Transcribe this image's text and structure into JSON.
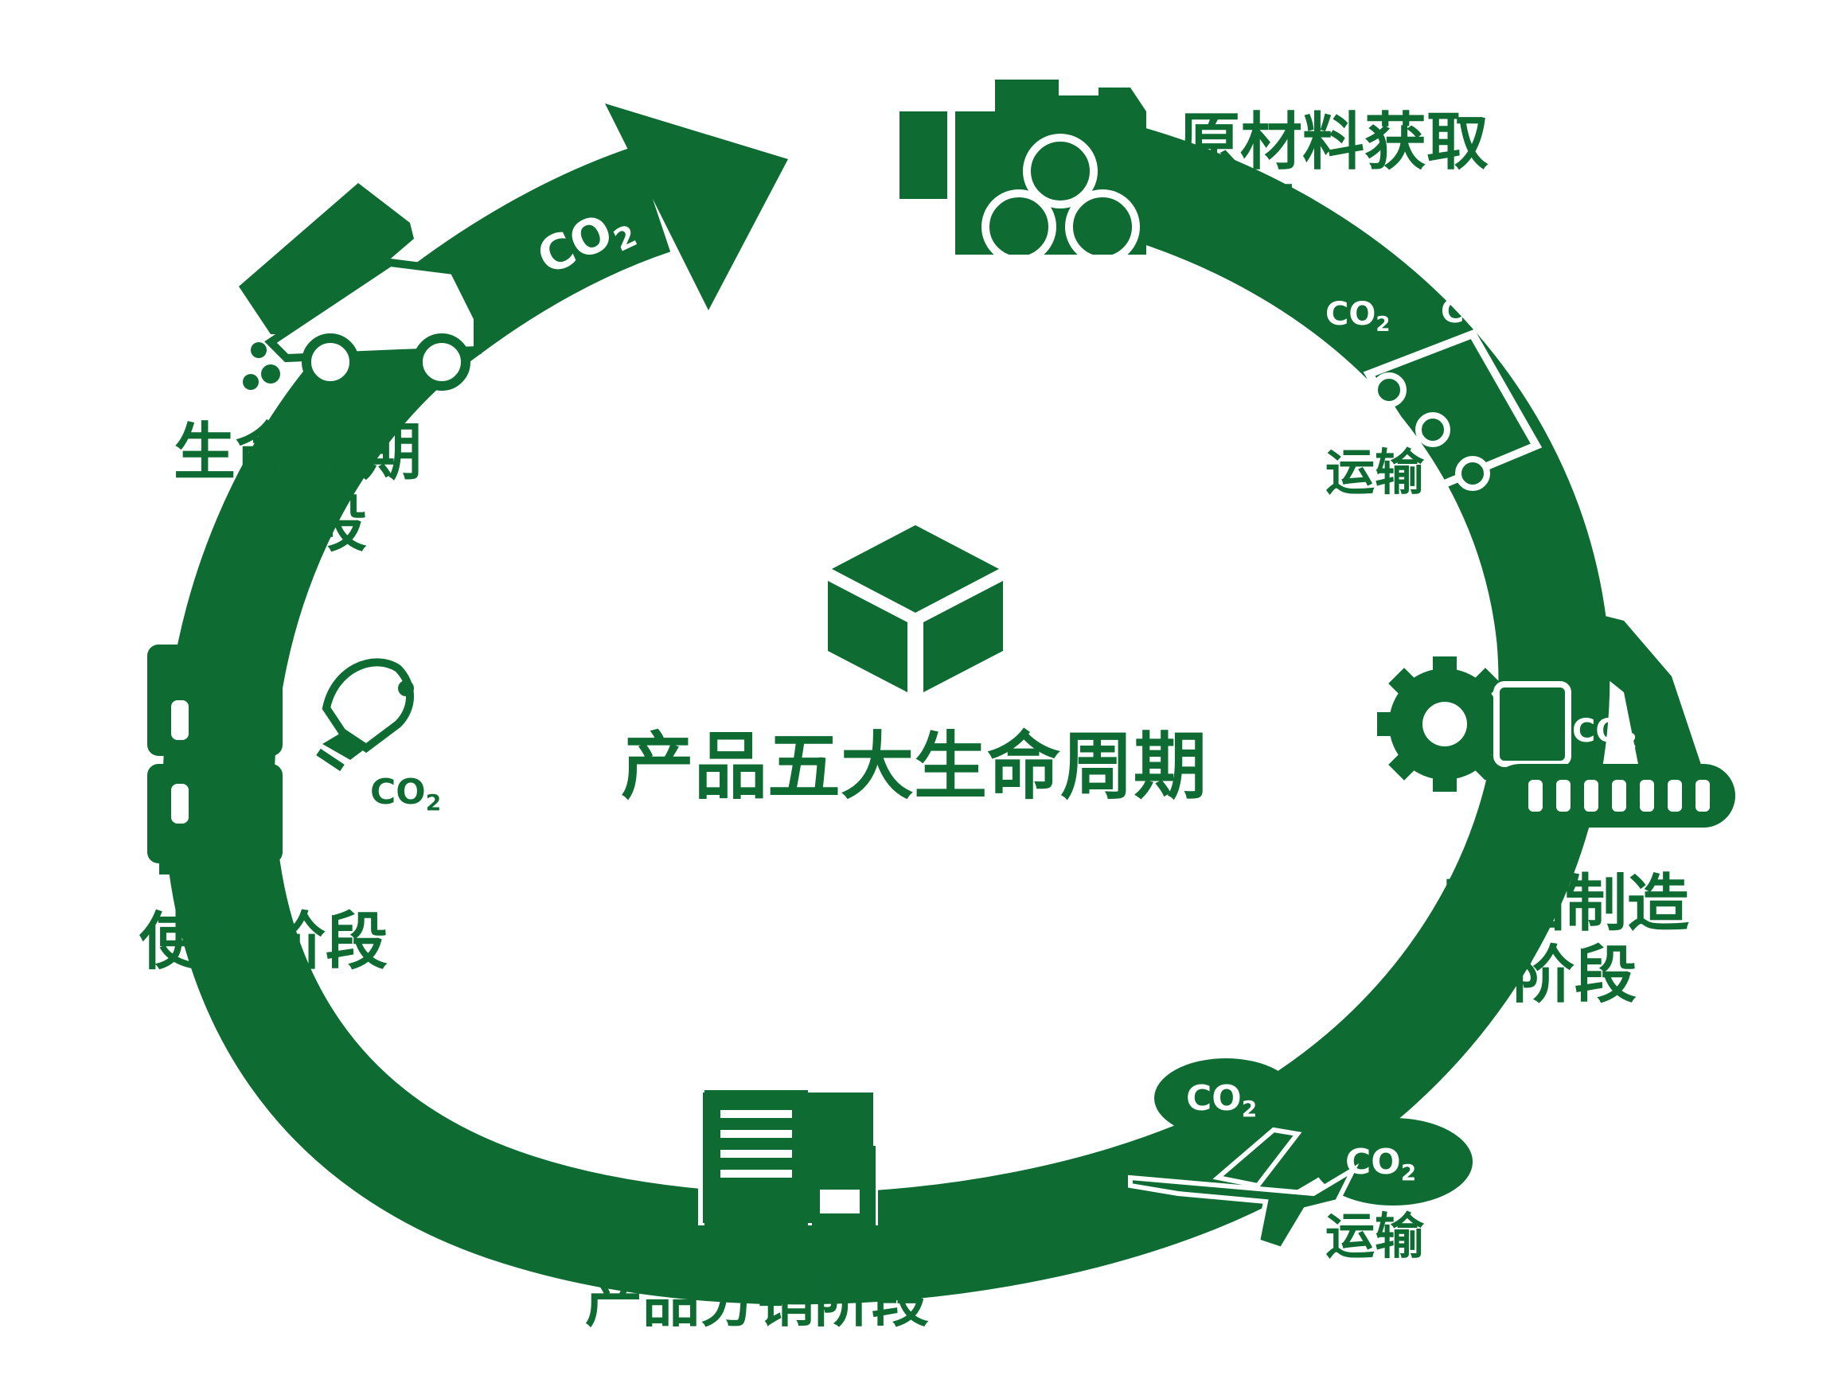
{
  "title": "产品五大生命周期",
  "stages": {
    "raw_material": [
      "原材料获取",
      "阶段"
    ],
    "manufacturing": [
      "产品制造",
      "阶段"
    ],
    "distribution": "产品分销阶段",
    "use": "使用阶段",
    "end_of_life": [
      "生命末期",
      "阶段"
    ]
  },
  "transport_label": "运输",
  "co2_label": "CO",
  "co2_subscript": "2",
  "colors": {
    "primary": "#0e6b32",
    "background": "#ffffff"
  },
  "icons": [
    "factory-icon",
    "truck-icon",
    "excavator-icon",
    "gear-icon",
    "airplane-icon",
    "store-icon",
    "refrigerator-icon",
    "lightbulb-icon",
    "dump-truck-icon",
    "cube-icon",
    "cycle-arrow"
  ]
}
